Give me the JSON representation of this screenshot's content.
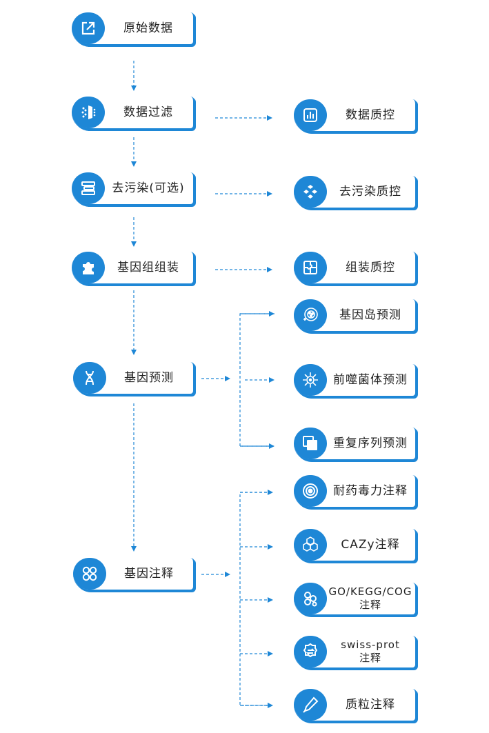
{
  "main_flow": [
    {
      "id": "raw",
      "label": "原始数据",
      "icon": "external-link-icon"
    },
    {
      "id": "filter",
      "label": "数据过滤",
      "icon": "filter-icon"
    },
    {
      "id": "decontam",
      "label": "去污染(可选)",
      "icon": "layers-icon"
    },
    {
      "id": "assembly",
      "label": "基因组组装",
      "icon": "puzzle-icon"
    },
    {
      "id": "prediction",
      "label": "基因预测",
      "icon": "dna-icon"
    },
    {
      "id": "annotation",
      "label": "基因注释",
      "icon": "grid-circles-icon"
    }
  ],
  "qc_nodes": [
    {
      "id": "data_qc",
      "label": "数据质控",
      "icon": "bar-chart-icon"
    },
    {
      "id": "decontam_qc",
      "label": "去污染质控",
      "icon": "molecule-icon"
    },
    {
      "id": "assembly_qc",
      "label": "组装质控",
      "icon": "puzzle-icon"
    }
  ],
  "prediction_nodes": [
    {
      "id": "island",
      "label": "基因岛预测",
      "icon": "island-icon"
    },
    {
      "id": "prophage",
      "label": "前噬菌体预测",
      "icon": "virus-icon"
    },
    {
      "id": "repeat",
      "label": "重复序列预测",
      "icon": "copy-icon"
    }
  ],
  "annotation_nodes": [
    {
      "id": "resist",
      "label": "耐药毒力注释",
      "icon": "target-icon"
    },
    {
      "id": "cazy",
      "label": "CAZy注释",
      "icon": "cubes-icon"
    },
    {
      "id": "go",
      "label_line1": "GO/KEGG/COG",
      "label_line2": "注释",
      "icon": "cells-icon"
    },
    {
      "id": "swiss",
      "label_line1": "swiss-prot",
      "label_line2": "注释",
      "icon": "exchange-icon"
    },
    {
      "id": "plasmid",
      "label": "质粒注释",
      "icon": "pen-icon"
    }
  ],
  "colors": {
    "accent": "#1e87d6",
    "text": "#222222"
  }
}
